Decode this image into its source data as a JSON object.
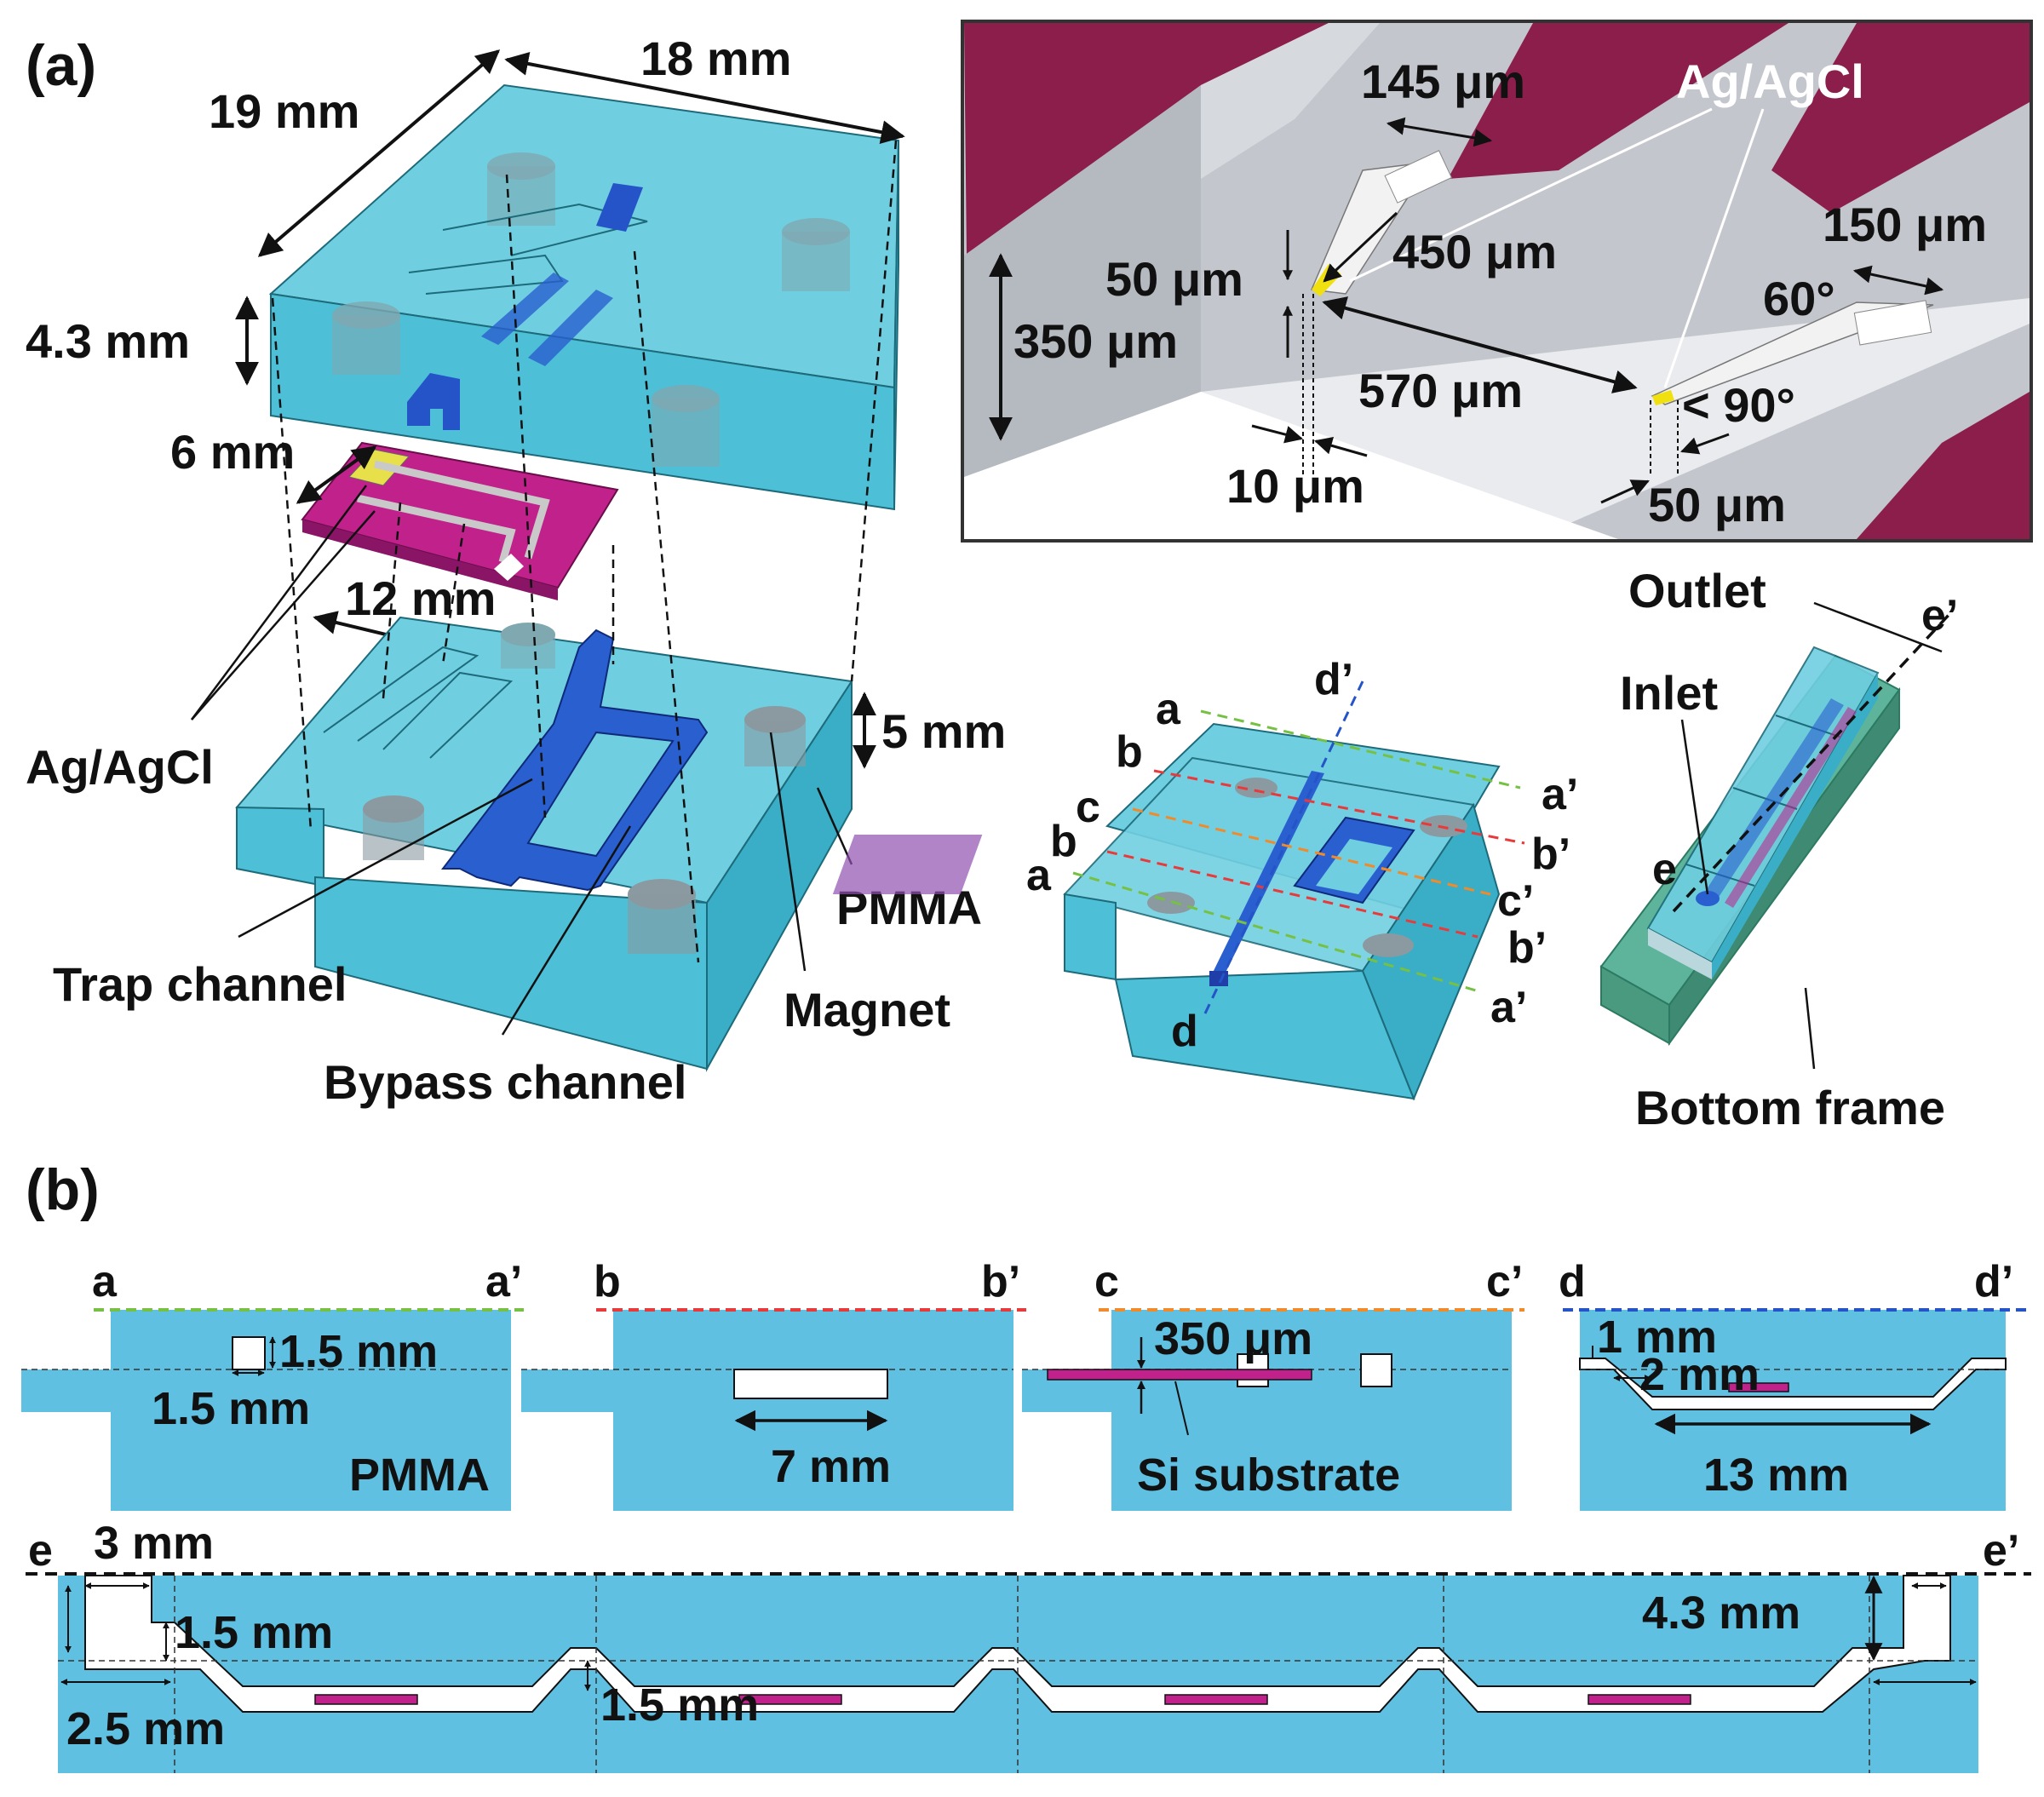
{
  "panels": {
    "a": "(a)",
    "b": "(b)"
  },
  "colors": {
    "pmma": "#5fc8dc",
    "pmma_dark": "#3ba7bd",
    "magenta": "#c0218a",
    "channel": "#2454c8",
    "magnet": "#8fa6ad",
    "frame": "#5db49a",
    "maroon": "#8b1e4a",
    "wall": "#bfc4cb"
  },
  "a": {
    "dim_18": "18 mm",
    "dim_19": "19 mm",
    "dim_43": "4.3 mm",
    "dim_6": "6 mm",
    "dim_12": "12 mm",
    "dim_5": "5 mm",
    "agagcl": "Ag/AgCl",
    "pmma": "PMMA",
    "magnet": "Magnet",
    "trap": "Trap channel",
    "bypass": "Bypass channel"
  },
  "inset": {
    "d145": "145 μm",
    "agagcl": "Ag/AgCl",
    "d150": "150 μm",
    "d450": "450 μm",
    "d50a": "50 μm",
    "d350": "350 μm",
    "ang60": "60°",
    "d570": "570 μm",
    "ang90": "< 90°",
    "d10": "10 μm",
    "d50b": "50 μm"
  },
  "chip": {
    "a": "a",
    "b": "b",
    "c": "c",
    "d": "d",
    "ap": "a’",
    "bp": "b’",
    "cp": "c’",
    "dp": "d’"
  },
  "stack": {
    "outlet": "Outlet",
    "inlet": "Inlet",
    "e": "e",
    "ep": "e’",
    "bottom": "Bottom frame"
  },
  "b": {
    "a": "a",
    "ap": "a’",
    "b": "b",
    "bp": "b’",
    "c": "c",
    "cp": "c’",
    "d": "d",
    "dp": "d’",
    "aa_15a": "1.5 mm",
    "aa_15b": "1.5 mm",
    "aa_pmma": "PMMA",
    "bb_7": "7 mm",
    "cc_350": "350 μm",
    "cc_si": "Si substrate",
    "dd_1": "1 mm",
    "dd_2": "2 mm",
    "dd_13": "13 mm",
    "e": "e",
    "ep": "e’",
    "ee_3": "3 mm",
    "ee_15a": "1.5 mm",
    "ee_25": "2.5 mm",
    "ee_15b": "1.5 mm",
    "ee_43": "4.3 mm"
  }
}
